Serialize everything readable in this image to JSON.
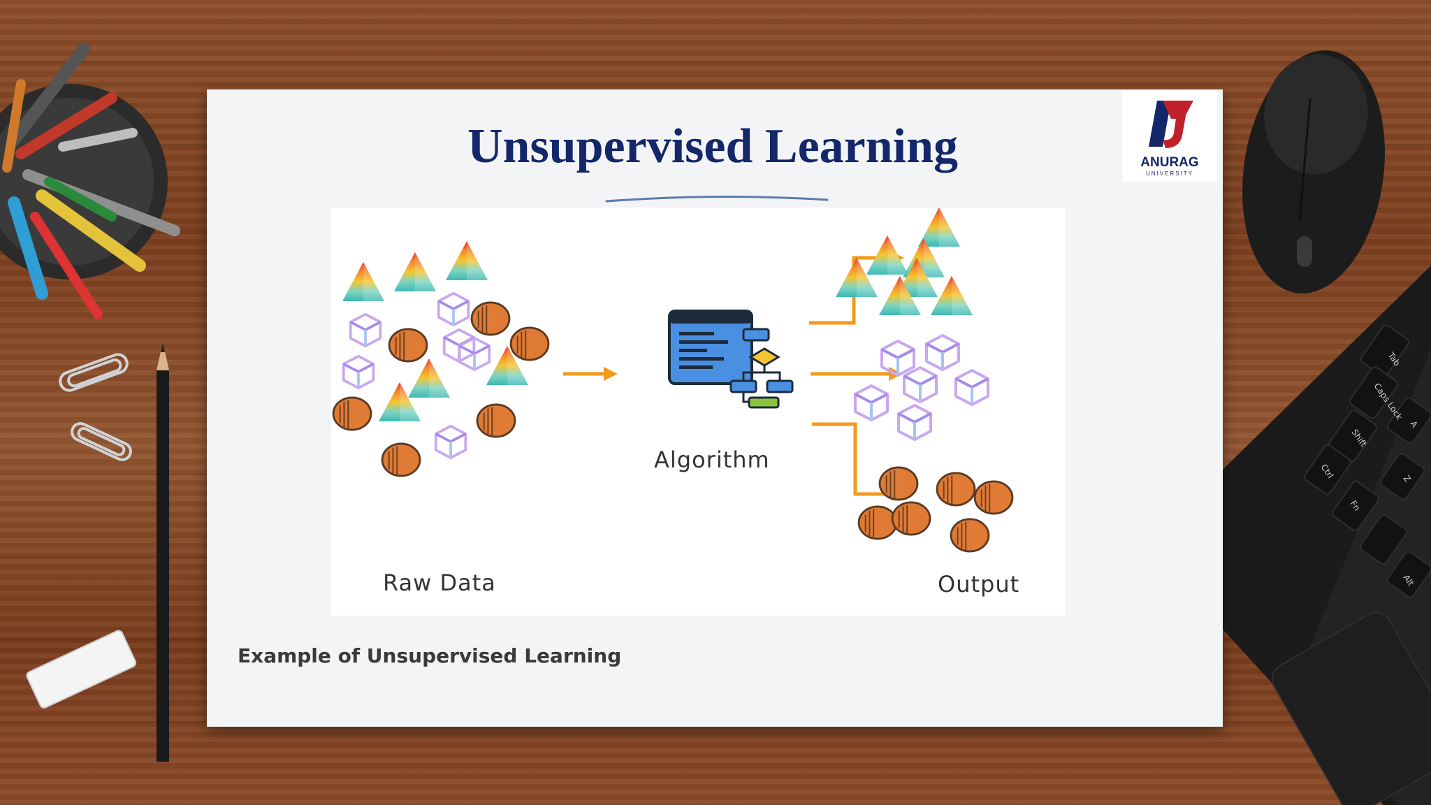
{
  "slide": {
    "title": "Unsupervised Learning",
    "caption": "Example of Unsupervised Learning"
  },
  "logo": {
    "mark": "AU",
    "name": "ANURAG",
    "sub": "UNIVERSITY"
  },
  "diagram": {
    "left_label": "Raw Data",
    "center_label": "Algorithm",
    "right_label": "Output"
  },
  "keyboard": {
    "keys": [
      "Tab",
      "Caps Lock",
      "Shift",
      "Ctrl",
      "Fn",
      "A",
      "Z",
      "Alt"
    ]
  },
  "colors": {
    "title": "#14276b",
    "arrow": "#f39a1c",
    "paper": "#f3f4f5"
  }
}
